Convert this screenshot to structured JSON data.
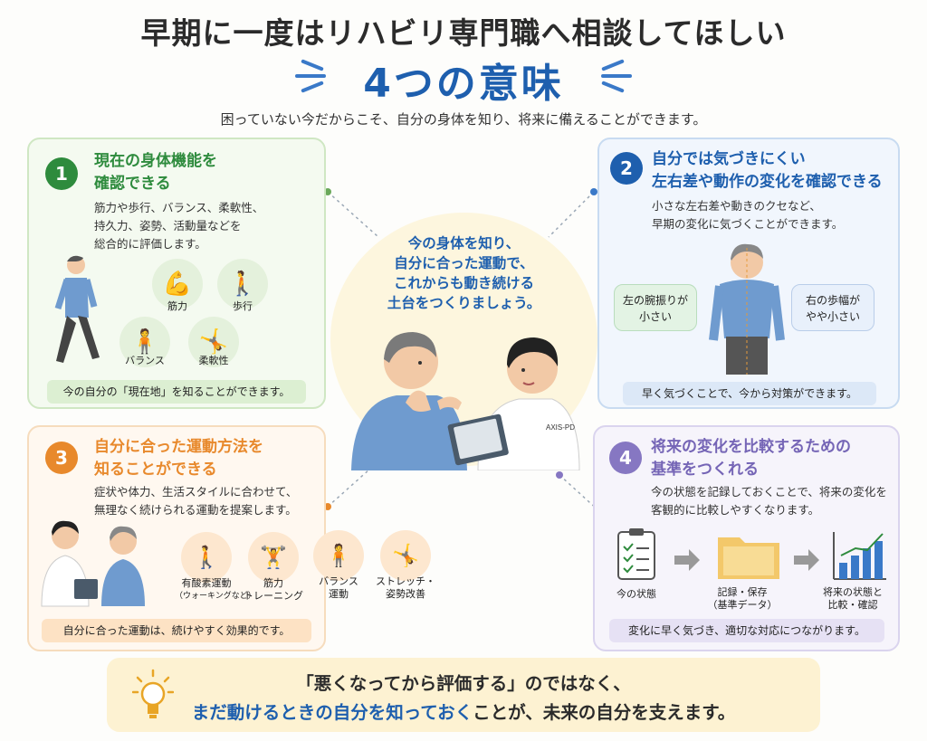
{
  "header": {
    "title": "早期に一度はリハビリ専門職へ相談してほしい",
    "subtitle": "4つの意味",
    "lead": "困っていない今だからこそ、自分の身体を知り、将来に備えることができます。"
  },
  "colors": {
    "green": "#2e8b3d",
    "blue": "#1e5fae",
    "orange": "#e8892c",
    "purple": "#8677c2"
  },
  "center": {
    "lines": [
      "今の身体を知り、",
      "自分に合った運動で、",
      "これからも動き続ける",
      "土台をつくりましょう。"
    ],
    "badge": "AXIS-PD"
  },
  "cards": [
    {
      "num": "1",
      "title": [
        "現在の身体機能を",
        "確認できる"
      ],
      "body": [
        "筋力や歩行、バランス、柔軟性、",
        "持久力、姿勢、活動量などを",
        "総合的に評価します。"
      ],
      "icons": [
        "筋力",
        "歩行",
        "バランス",
        "柔軟性"
      ],
      "footer": "今の自分の「現在地」を知ることができます。"
    },
    {
      "num": "2",
      "title": [
        "自分では気づきにくい",
        "左右差や動作の変化を確認できる"
      ],
      "body": [
        "小さな左右差や動きのクセなど、",
        "早期の変化に気づくことができます。"
      ],
      "bubbles": [
        [
          "左の腕振りが",
          "小さい"
        ],
        [
          "右の歩幅が",
          "やや小さい"
        ]
      ],
      "footer": "早く気づくことで、今から対策ができます。"
    },
    {
      "num": "3",
      "title": [
        "自分に合った運動方法を",
        "知ることができる"
      ],
      "body": [
        "症状や体力、生活スタイルに合わせて、",
        "無理なく続けられる運動を提案します。"
      ],
      "icons": [
        [
          "有酸素運動",
          "（ウォーキングなど）"
        ],
        [
          "筋力",
          "トレーニング"
        ],
        [
          "バランス",
          "運動"
        ],
        [
          "ストレッチ・",
          "姿勢改善"
        ]
      ],
      "footer": "自分に合った運動は、続けやすく効果的です。"
    },
    {
      "num": "4",
      "title": [
        "将来の変化を比較するための",
        "基準をつくれる"
      ],
      "body": [
        "今の状態を記録しておくことで、将来の変化を",
        "客観的に比較しやすくなります。"
      ],
      "steps": [
        [
          "今の状態",
          ""
        ],
        [
          "記録・保存",
          "（基準データ）"
        ],
        [
          "将来の状態と",
          "比較・確認"
        ]
      ],
      "footer": "変化に早く気づき、適切な対応につながります。"
    }
  ],
  "bottom": {
    "line1": "「悪くなってから評価する」のではなく、",
    "line2_highlight": "まだ動けるときの自分を知っておく",
    "line2_rest": "ことが、未来の自分を支えます。"
  }
}
